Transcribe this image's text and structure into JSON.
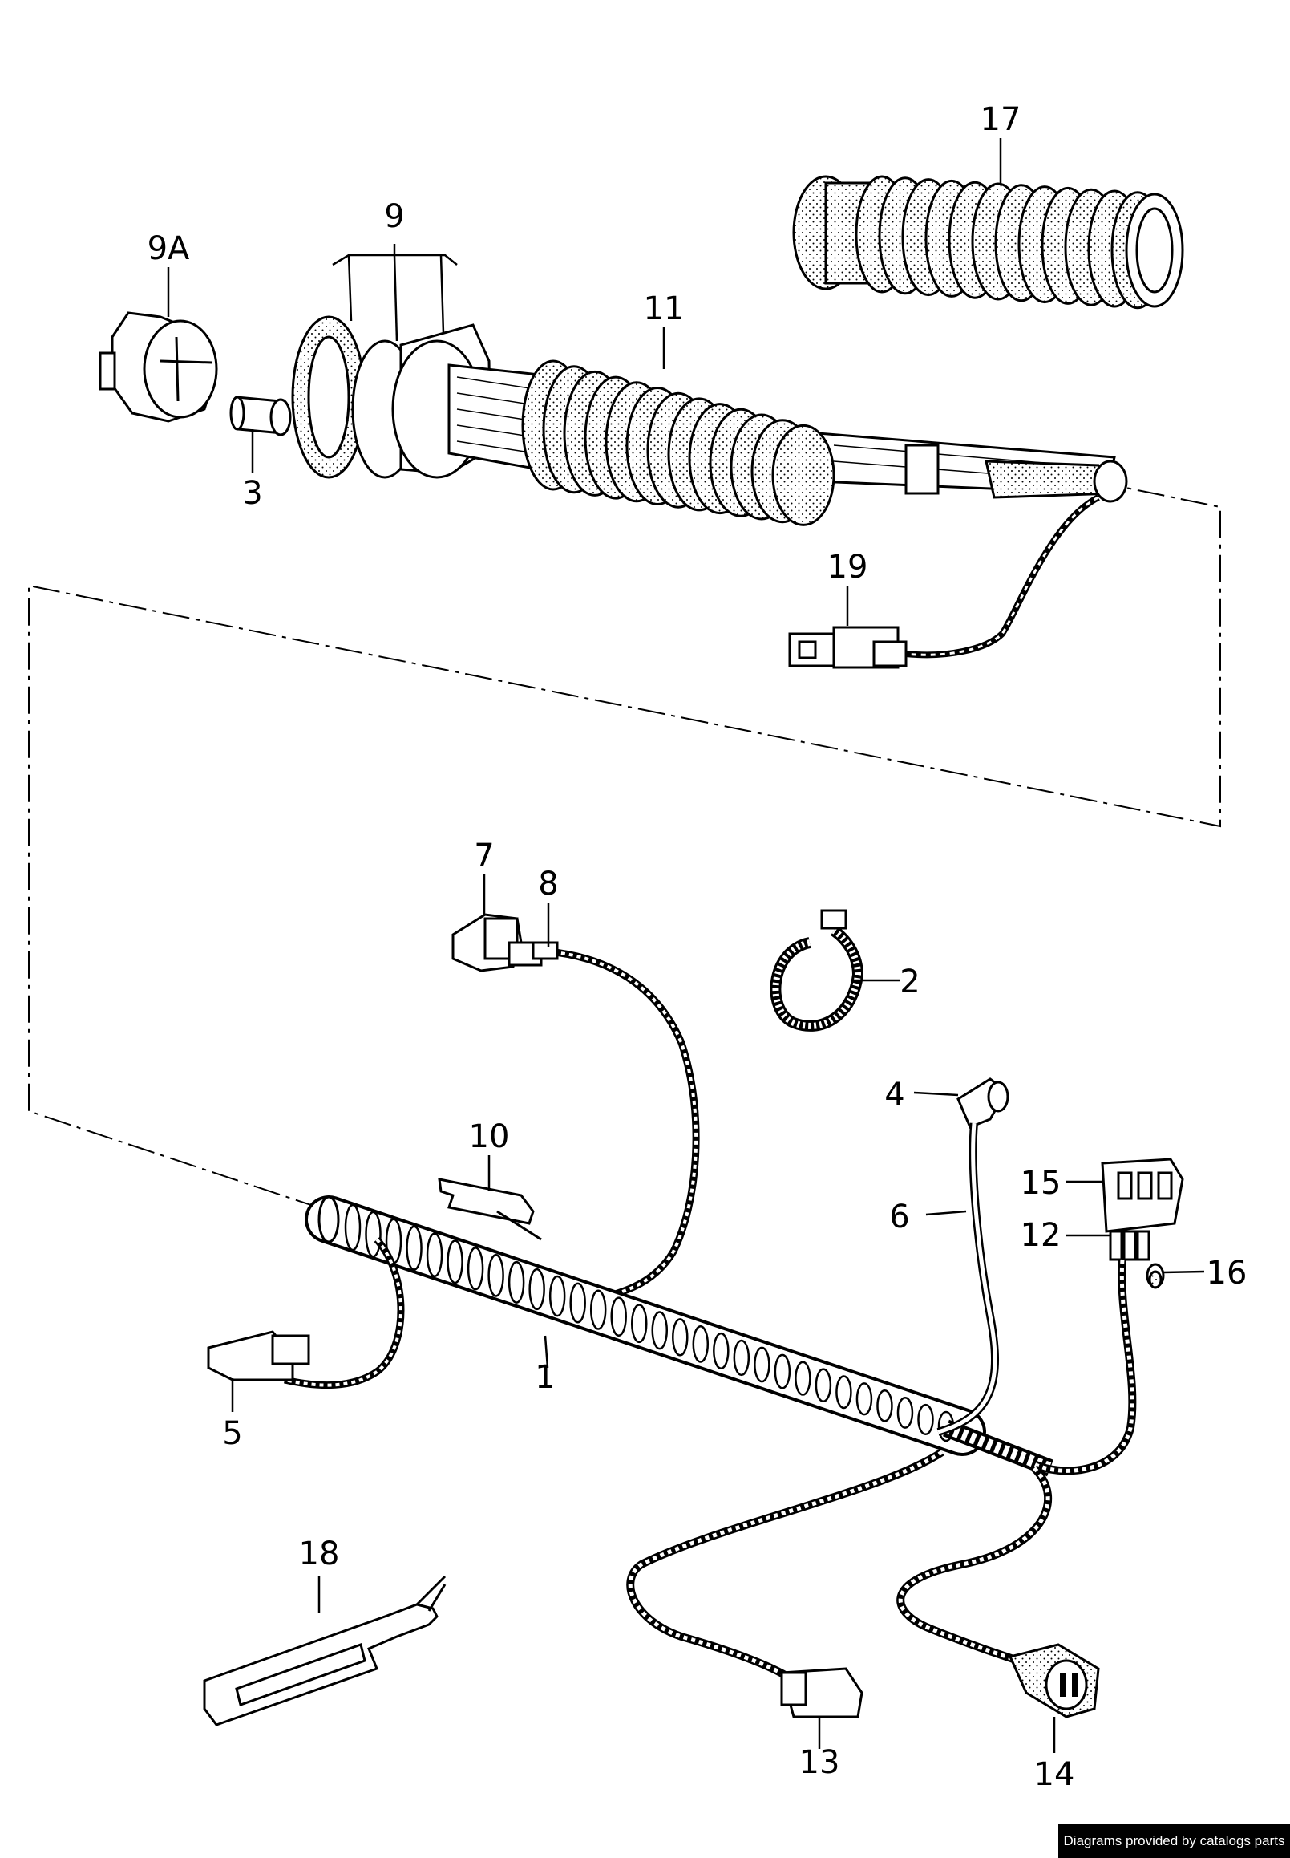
{
  "callouts": {
    "c1": "1",
    "c2": "2",
    "c3": "3",
    "c4": "4",
    "c5": "5",
    "c6": "6",
    "c7": "7",
    "c8": "8",
    "c9": "9",
    "c9a": "9A",
    "c10": "10",
    "c11": "11",
    "c12": "12",
    "c13": "13",
    "c14": "14",
    "c15": "15",
    "c16": "16",
    "c17": "17",
    "c18": "18",
    "c19": "19"
  },
  "credit": "Diagrams provided by catalogs parts"
}
